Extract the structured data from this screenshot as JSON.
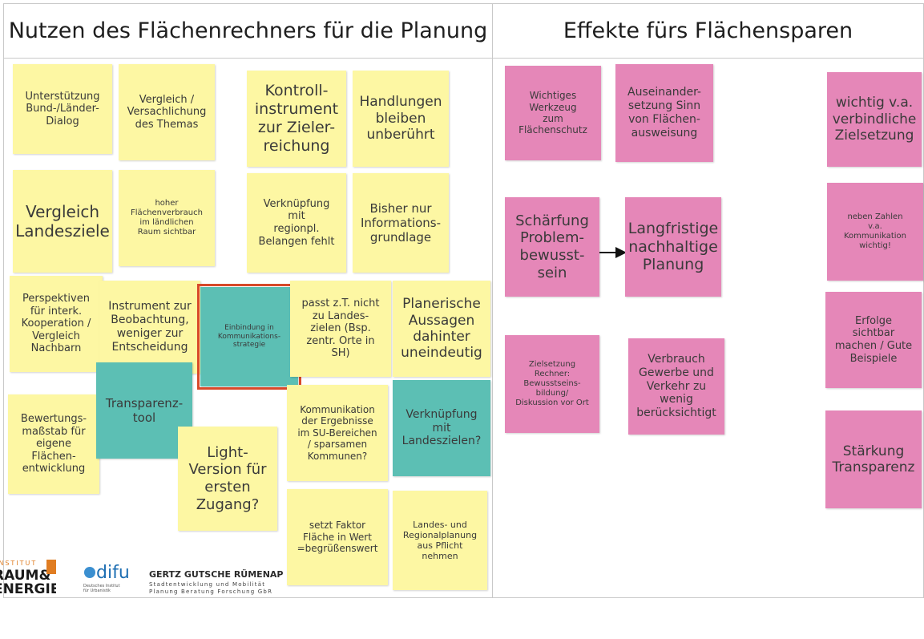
{
  "board": {
    "left_title": "Nutzen des Flächenrechners für die Planung",
    "right_title": "Effekte fürs Flächensparen"
  },
  "colors": {
    "yellow": "#fdf7a3",
    "pink": "#e587b8",
    "teal": "#5cbfb4",
    "selection": "#d8492a"
  },
  "left_notes": [
    {
      "id": "unterstuetzung",
      "color": "yellow",
      "text": "Unterstützung\nBund-/Länder-\nDialog"
    },
    {
      "id": "vergleich-versachlichung",
      "color": "yellow",
      "text": "Vergleich /\nVersachlichung\ndes Themas"
    },
    {
      "id": "kontrollinstrument",
      "color": "yellow",
      "text": "Kontroll-\ninstrument\nzur Zieler-\nreichung"
    },
    {
      "id": "handlungen",
      "color": "yellow",
      "text": "Handlungen\nbleiben\nunberührt"
    },
    {
      "id": "vergleich-landesziele",
      "color": "yellow",
      "text": "Vergleich\nLandesziele"
    },
    {
      "id": "hoher-flaechenverbrauch",
      "color": "yellow",
      "text": "hoher\nFlächenverbrauch\nim ländlichen\nRaum sichtbar"
    },
    {
      "id": "verknuepfung-regionpl",
      "color": "yellow",
      "text": "Verknüpfung\nmit\nregionpl.\nBelangen fehlt"
    },
    {
      "id": "bisher-nur",
      "color": "yellow",
      "text": "Bisher nur\nInformations-\ngrundlage"
    },
    {
      "id": "perspektiven",
      "color": "yellow",
      "text": "Perspektiven\nfür interk.\nKooperation /\nVergleich\nNachbarn"
    },
    {
      "id": "instrument-beobachtung",
      "color": "yellow",
      "text": "Instrument zur\nBeobachtung,\nweniger zur\nEntscheidung"
    },
    {
      "id": "einbindung",
      "color": "teal",
      "selected": true,
      "text": "Einbindung in\nKommunikations-\nstrategie"
    },
    {
      "id": "passt-zt-nicht",
      "color": "yellow",
      "text": "passt z.T. nicht\nzu Landes-\nzielen (Bsp.\nzentr. Orte in\nSH)"
    },
    {
      "id": "planerische-aussagen",
      "color": "yellow",
      "text": "Planerische\nAussagen\ndahinter\nuneindeutig"
    },
    {
      "id": "bewertungsmassstab",
      "color": "yellow",
      "text": "Bewertungs-\nmaßstab für\neigene\nFlächen-\nentwicklung"
    },
    {
      "id": "transparenztool",
      "color": "teal",
      "text": "Transparenz-\ntool"
    },
    {
      "id": "light-version",
      "color": "yellow",
      "text": "Light-\nVersion für\nersten\nZugang?"
    },
    {
      "id": "kommunikation-ergebnisse",
      "color": "yellow",
      "text": "Kommunikation\nder Ergebnisse\nim SU-Bereichen\n/ sparsamen\nKommunen?"
    },
    {
      "id": "verknuepfung-landeszielen",
      "color": "teal",
      "text": "Verknüpfung\nmit\nLandeszielen?"
    },
    {
      "id": "setzt-faktor",
      "color": "yellow",
      "text": "setzt Faktor\nFläche in Wert\n=begrüßenswert"
    },
    {
      "id": "landes-regionalplanung",
      "color": "yellow",
      "text": "Landes- und\nRegionalplanung\naus Pflicht\nnehmen"
    }
  ],
  "right_notes": [
    {
      "id": "wichtiges-werkzeug",
      "color": "pink",
      "text": "Wichtiges\nWerkzeug\nzum\nFlächenschutz"
    },
    {
      "id": "auseinandersetzung",
      "color": "pink",
      "text": "Auseinander-\nsetzung Sinn\nvon Flächen-\nausweisung"
    },
    {
      "id": "wichtig-va",
      "color": "pink",
      "text": "wichtig v.a.\nverbindliche\nZielsetzung"
    },
    {
      "id": "schaerfung",
      "color": "pink",
      "text": "Schärfung\nProblem-\nbewusst-\nsein"
    },
    {
      "id": "langfristige",
      "color": "pink",
      "text": "Langfristige\nnachhaltige\nPlanung"
    },
    {
      "id": "neben-zahlen",
      "color": "pink",
      "text": "neben Zahlen\nv.a.\nKommunikation\nwichtig!"
    },
    {
      "id": "erfolge-sichtbar",
      "color": "pink",
      "text": "Erfolge\nsichtbar\nmachen / Gute\nBeispiele"
    },
    {
      "id": "zielsetzung-rechner",
      "color": "pink",
      "text": "Zielsetzung\nRechner:\nBewusstseins-\nbildung/\nDiskussion vor Ort"
    },
    {
      "id": "verbrauch-gewerbe",
      "color": "pink",
      "text": "Verbrauch\nGewerbe und\nVerkehr zu\nwenig\nberücksichtigt"
    },
    {
      "id": "staerkung-transparenz",
      "color": "pink",
      "text": "Stärkung\nTransparenz"
    }
  ],
  "footer_logos": {
    "institut_small": "INSTITUT",
    "raum": "RAUM&",
    "energie": "ENERGIE",
    "difu": "difu",
    "difu_sub": "Deutsches Institut\nfür Urbanistik",
    "gertz_name": "GERTZ GUTSCHE RÜMEN",
    "gertz_cont": "AP",
    "gertz_line1": "Stadtentwicklung und Mobilität",
    "gertz_line2": "Planung Beratung Forschung GbR"
  }
}
